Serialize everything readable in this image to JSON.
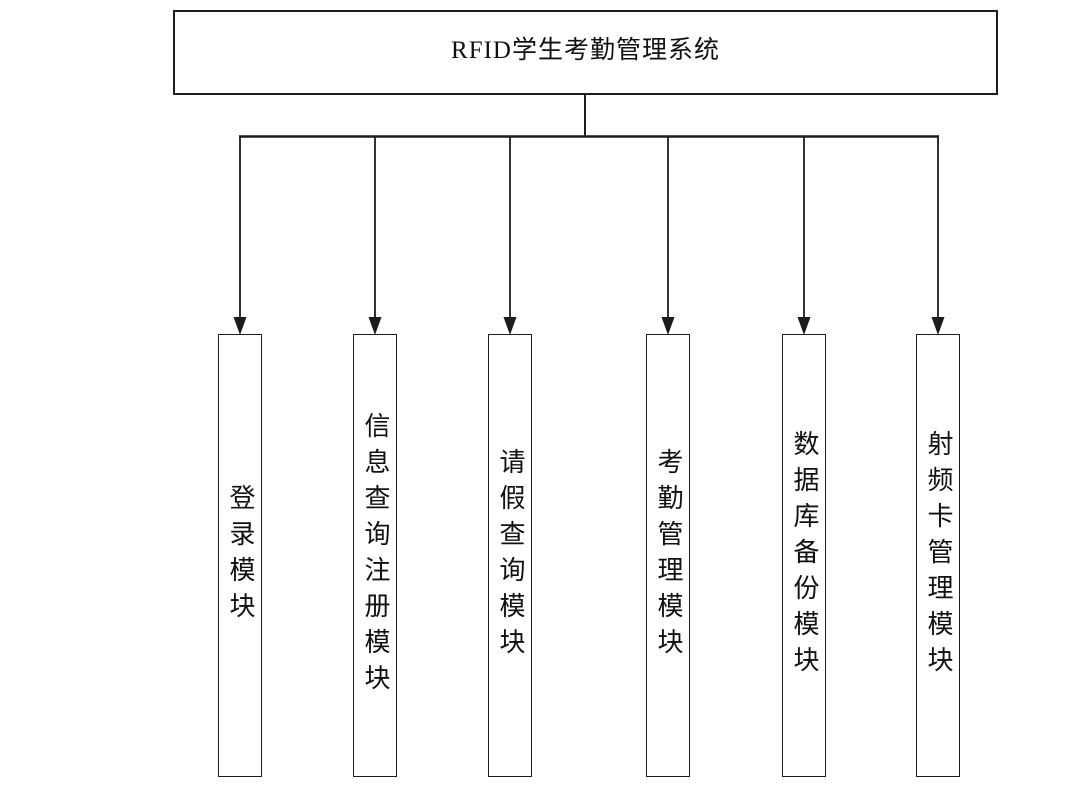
{
  "diagram": {
    "type": "tree",
    "root": {
      "label": "RFID学生考勤管理系统"
    },
    "modules": [
      {
        "label": "登录模块"
      },
      {
        "label": "信息查询注册模块"
      },
      {
        "label": "请假查询模块"
      },
      {
        "label": "考勤管理模块"
      },
      {
        "label": "数据库备份模块"
      },
      {
        "label": "射频卡管理模块"
      }
    ],
    "colors": {
      "line": "#1c1c1c",
      "box_border": "#1d1d1d",
      "box_fill": "#ffffff",
      "text": "#111111",
      "background": "#ffffff"
    }
  }
}
